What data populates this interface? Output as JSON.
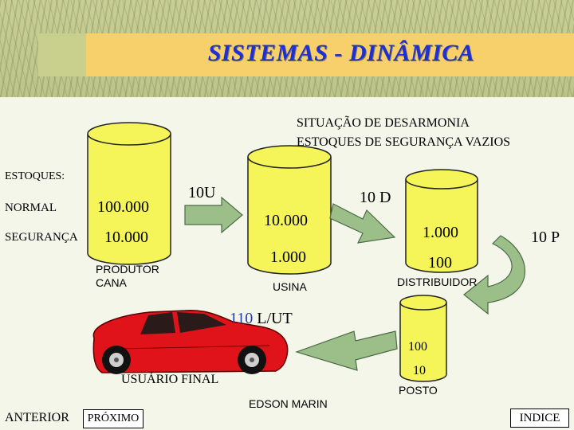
{
  "title": "SISTEMAS - DINÂMICA",
  "situation": {
    "line1": "SITUAÇÃO DE DESARMONIA",
    "line2": "ESTOQUES DE  SEGURANÇA VAZIOS"
  },
  "legend": {
    "heading": "ESTOQUES:",
    "normal": "NORMAL",
    "seguranca": "SEGURANÇA"
  },
  "produtor": {
    "normal": "100.000",
    "seguranca": "10.000",
    "label_line1": "PRODUTOR",
    "label_line2": "CANA"
  },
  "usina": {
    "normal": "10.000",
    "seguranca": "1.000",
    "label": "USINA",
    "flow_in": "10U"
  },
  "distribuidor": {
    "normal": "1.000",
    "seguranca": "100",
    "label": "DISTRIBUIDOR",
    "flow_in": "10 D"
  },
  "posto": {
    "normal": "100",
    "seguranca": "10",
    "label": "POSTO",
    "flow_in": "10 P"
  },
  "usuario": {
    "label": "USUÁRIO FINAL",
    "rate_value": "110",
    "rate_unit": "L/UT"
  },
  "author": "EDSON MARIN",
  "nav": {
    "anterior": "ANTERIOR",
    "proximo": "PRÓXIMO",
    "indice": "INDICE"
  },
  "colors": {
    "cylinder": "#f5f55a",
    "arrow": "#9cbf8a",
    "title": "#1e2fd8",
    "rate": "#1e3fb4",
    "car": "#e0131a"
  }
}
